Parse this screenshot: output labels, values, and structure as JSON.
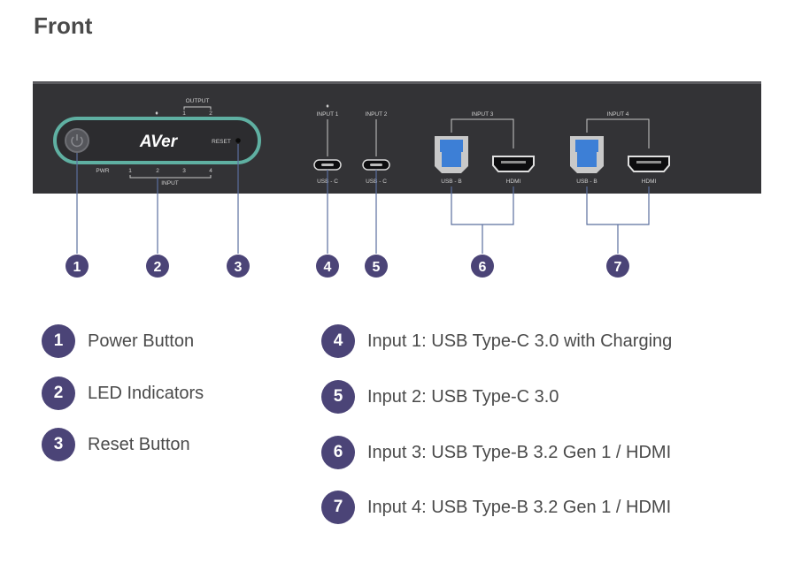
{
  "title": "Front",
  "device": {
    "logo": "AVer",
    "panel_labels": {
      "output": "OUTPUT",
      "output_1": "1",
      "output_2": "2",
      "reset": "RESET",
      "pwr": "PWR",
      "input_1": "1",
      "input_2": "2",
      "input_3": "3",
      "input_4": "4",
      "input": "INPUT"
    },
    "ports": {
      "input1_label": "INPUT 1",
      "input1_type": "USB - C",
      "input2_label": "INPUT 2",
      "input2_type": "USB - C",
      "input3_label": "INPUT 3",
      "input3_usb": "USB - B",
      "input3_hdmi": "HDMI",
      "input4_label": "INPUT 4",
      "input4_usb": "USB - B",
      "input4_hdmi": "HDMI"
    },
    "colors": {
      "body": "#333336",
      "led_ring": "#5fb0a2",
      "usb_blue": "#3d7fd6",
      "badge": "#4b4477"
    }
  },
  "callouts": [
    "1",
    "2",
    "3",
    "4",
    "5",
    "6",
    "7"
  ],
  "legend": [
    {
      "num": "1",
      "text": "Power Button"
    },
    {
      "num": "2",
      "text": "LED Indicators"
    },
    {
      "num": "3",
      "text": "Reset Button"
    },
    {
      "num": "4",
      "text": "Input 1: USB Type-C 3.0 with Charging"
    },
    {
      "num": "5",
      "text": "Input 2: USB Type-C 3.0"
    },
    {
      "num": "6",
      "text": "Input 3: USB Type-B 3.2 Gen 1 / HDMI"
    },
    {
      "num": "7",
      "text": "Input 4: USB Type-B 3.2 Gen 1 / HDMI"
    }
  ]
}
